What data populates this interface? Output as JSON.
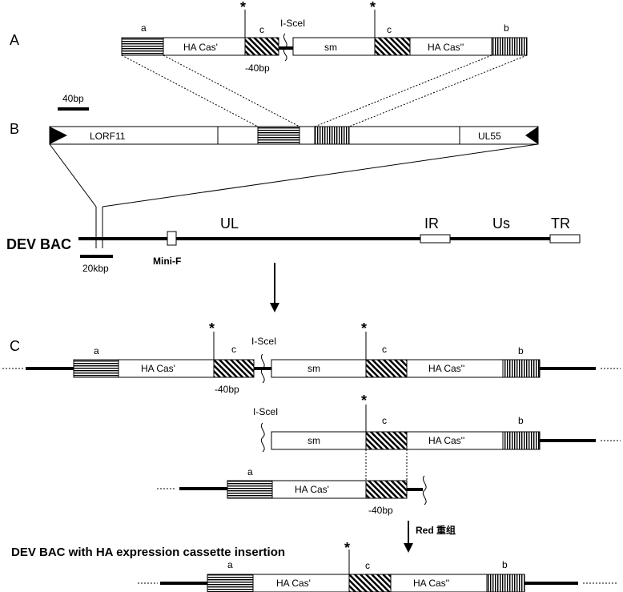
{
  "panels": {
    "a": "A",
    "b": "B",
    "c": "C"
  },
  "segments": {
    "a": "a",
    "b": "b",
    "c": "c",
    "ha_cas1": "HA Cas'",
    "ha_cas2": "HA Cas''",
    "sm": "sm",
    "isce": "I-SceI",
    "bp40": "-40bp",
    "star": "*"
  },
  "scale": {
    "bp": "40bp",
    "kbp": "20kbp"
  },
  "panel_b": {
    "lorf11": "LORF11",
    "ul55": "UL55"
  },
  "genome": {
    "name": "DEV  BAC",
    "ul": "UL",
    "ir": "IR",
    "us": "Us",
    "tr": "TR",
    "minif": "Mini-F"
  },
  "recomb": "Red 重组",
  "final": "DEV  BAC with HA expression cassette insertion"
}
